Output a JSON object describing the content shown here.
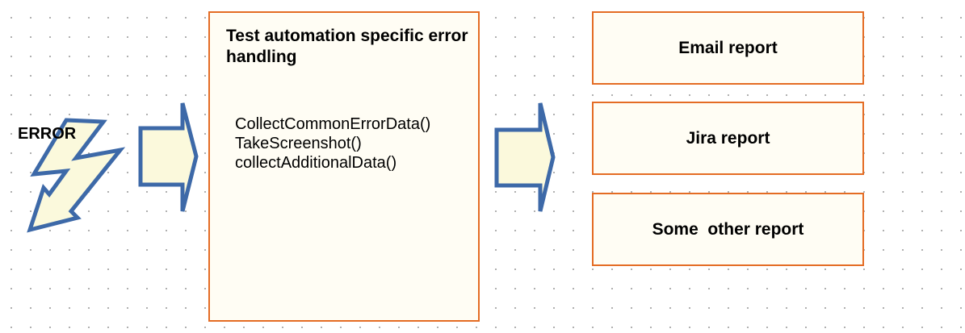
{
  "error": {
    "label": "ERROR",
    "icon": "lightning-bolt-icon"
  },
  "handler": {
    "title": "Test automation specific error handling",
    "calls": [
      "CollectCommonErrorData()",
      "TakeScreenshot()",
      "collectAdditionalData()"
    ]
  },
  "reports": [
    {
      "label": "Email report"
    },
    {
      "label": "Jira report"
    },
    {
      "label": "Some  other report"
    }
  ],
  "colors": {
    "box_border": "#e46c24",
    "box_fill": "#fffdf4",
    "shape_stroke": "#3d69a8",
    "shape_fill": "#fbf9dc"
  }
}
